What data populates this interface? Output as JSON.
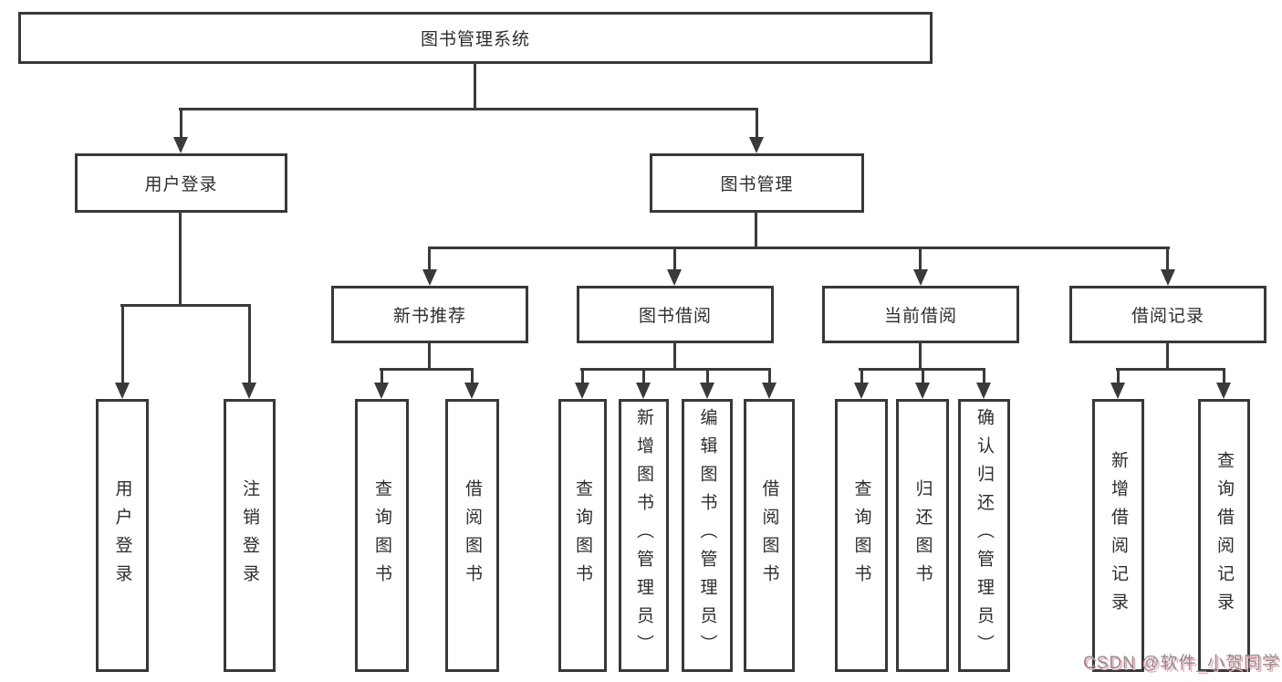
{
  "tree": {
    "label": "图书管理系统",
    "children": [
      {
        "label": "用户登录",
        "children": [
          {
            "label": "用户登录"
          },
          {
            "label": "注销登录"
          }
        ]
      },
      {
        "label": "图书管理",
        "children": [
          {
            "label": "新书推荐",
            "children": [
              {
                "label": "查询图书"
              },
              {
                "label": "借阅图书"
              }
            ]
          },
          {
            "label": "图书借阅",
            "children": [
              {
                "label": "查询图书"
              },
              {
                "label": "新增图书（管理员）"
              },
              {
                "label": "编辑图书（管理员）"
              },
              {
                "label": "借阅图书"
              }
            ]
          },
          {
            "label": "当前借阅",
            "children": [
              {
                "label": "查询图书"
              },
              {
                "label": "归还图书"
              },
              {
                "label": "确认归还（管理员）"
              }
            ]
          },
          {
            "label": "借阅记录",
            "children": [
              {
                "label": "新增借阅记录"
              },
              {
                "label": "查询借阅记录"
              }
            ]
          }
        ]
      }
    ]
  },
  "watermark": "CSDN @软件_小贺同学",
  "colors": {
    "line": "#3a3a3a",
    "box_border": "#383838",
    "text": "#2d2d2d",
    "watermark_gray": "#8f8f8f",
    "watermark_pink": "#f2aab6"
  }
}
